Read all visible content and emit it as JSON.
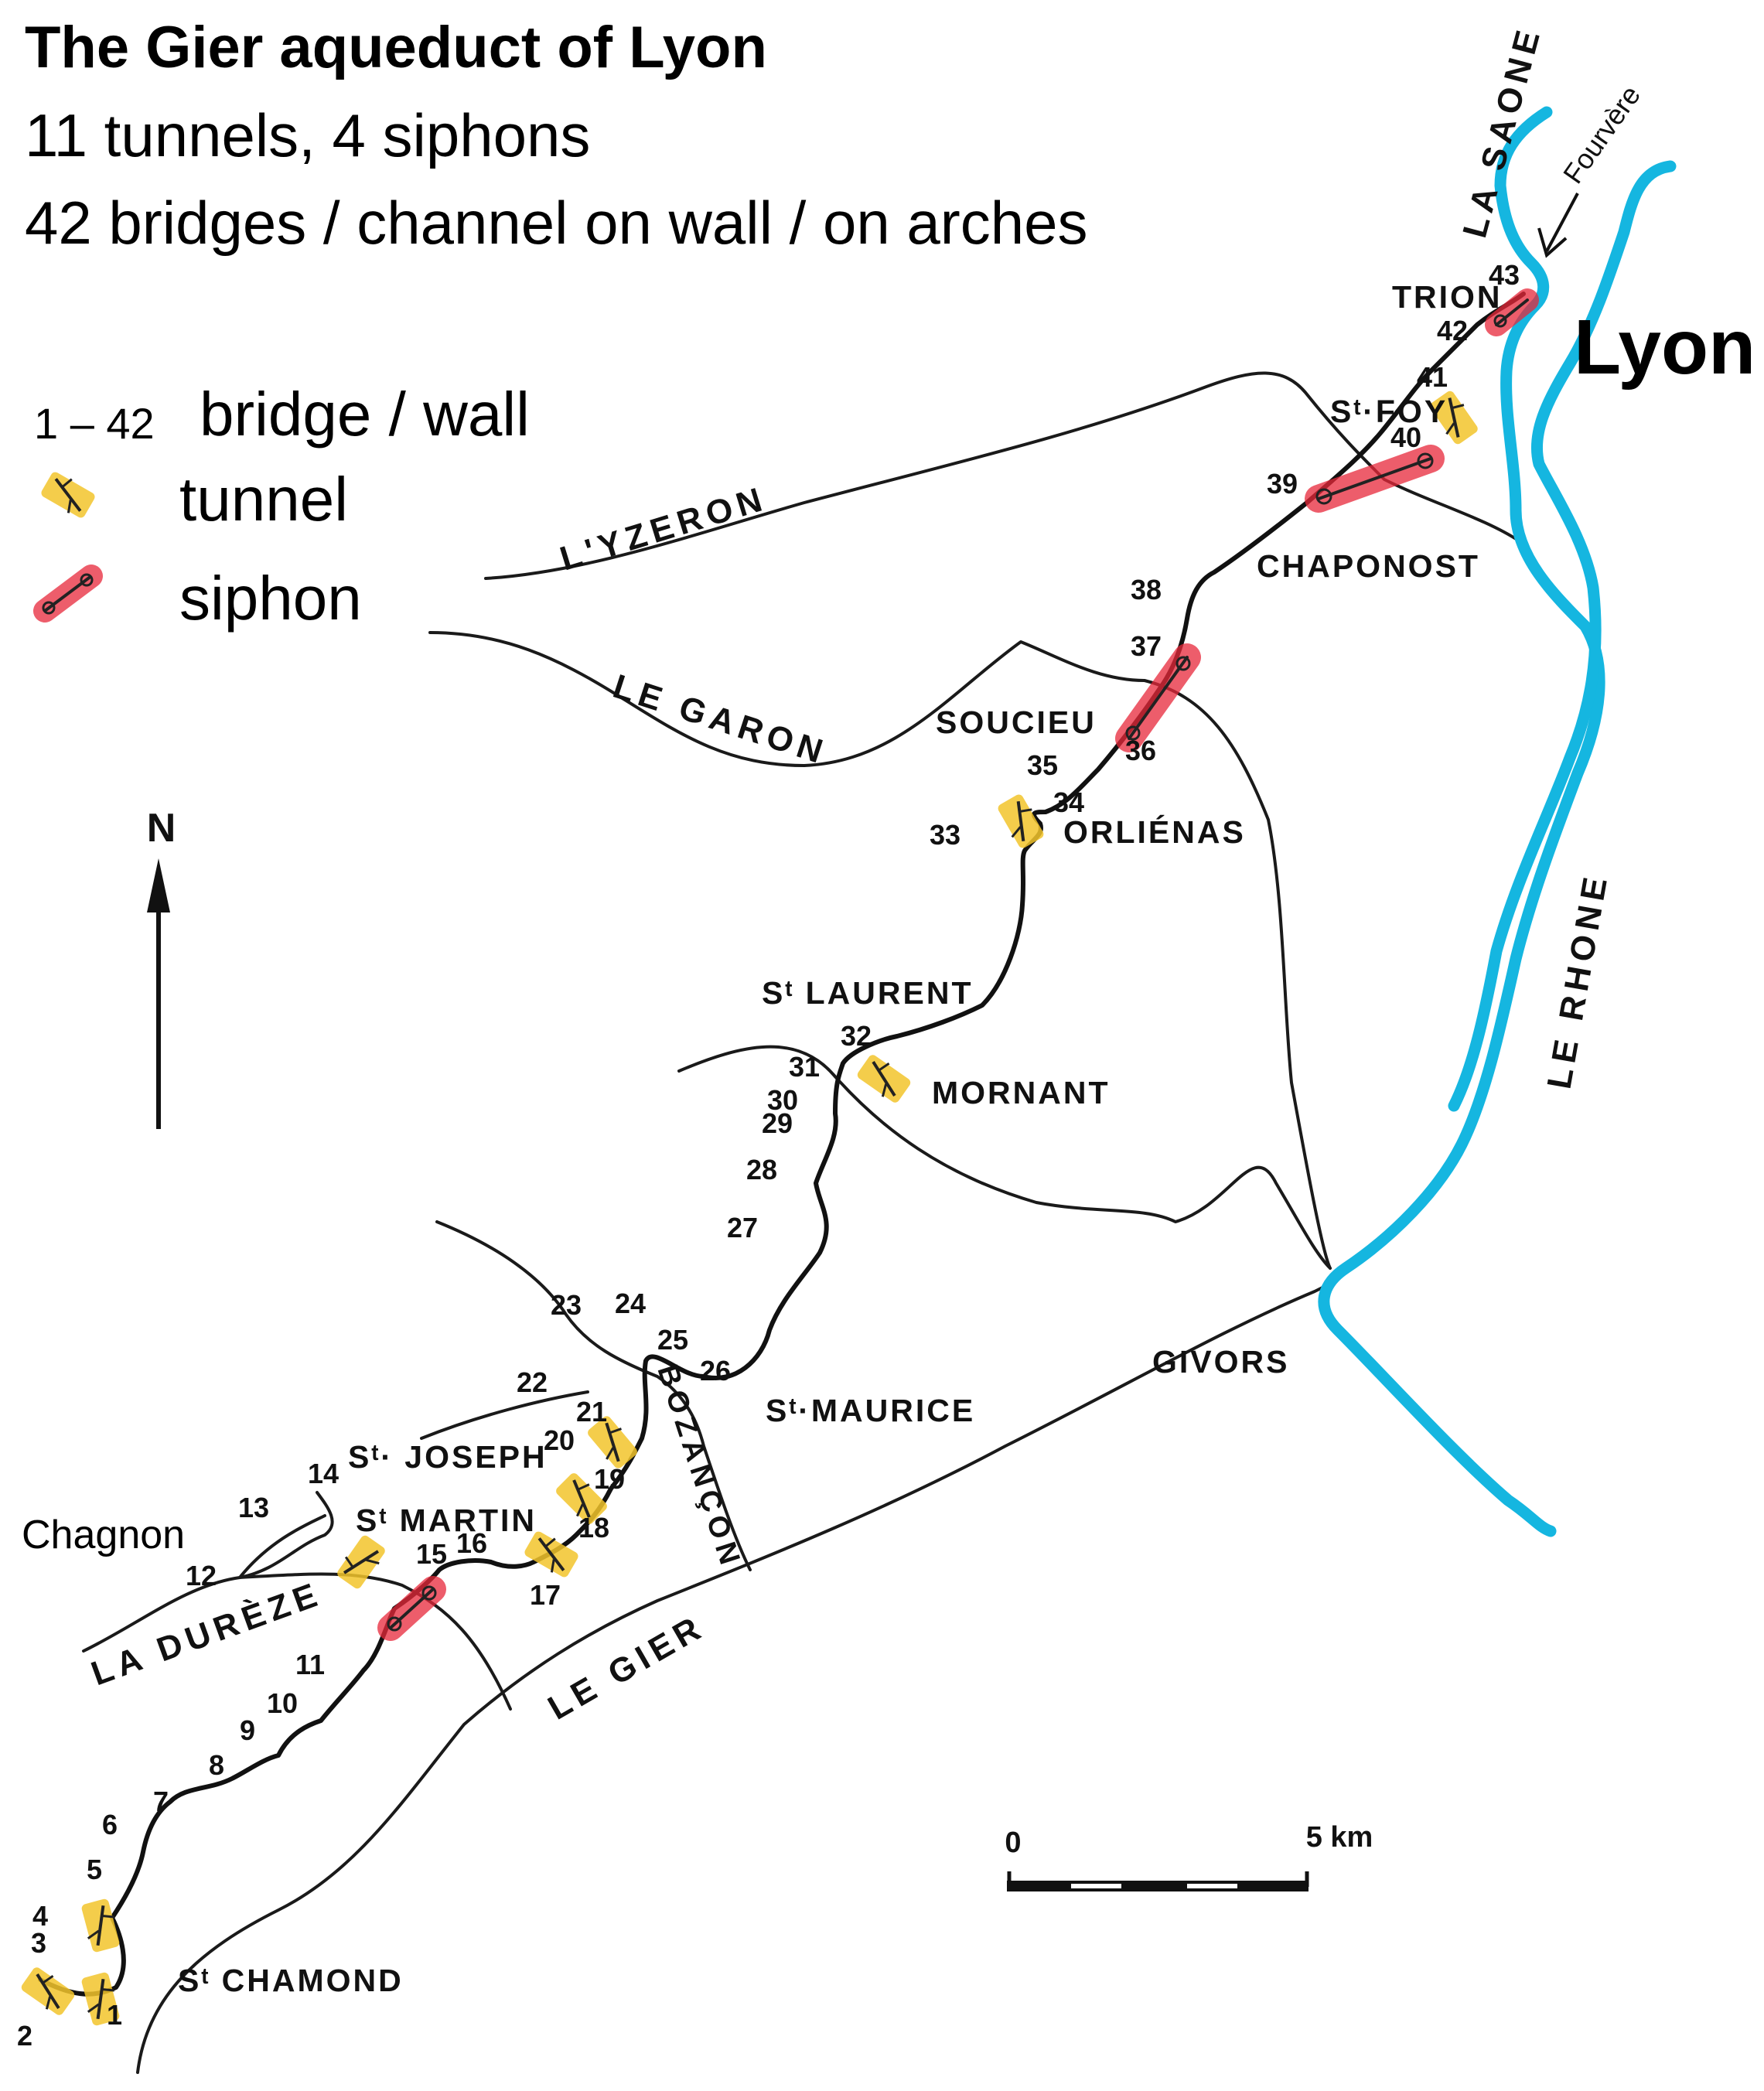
{
  "title": "The Gier aqueduct of Lyon",
  "subtitle_1": "11 tunnels, 4 siphons",
  "subtitle_2": "42 bridges / channel on wall / on arches",
  "legend": {
    "range": "1 – 42",
    "bridge_wall": "bridge / wall",
    "tunnel": "tunnel",
    "siphon": "siphon"
  },
  "compass": "N",
  "scale": {
    "start": "0",
    "end": "5 km"
  },
  "colors": {
    "tunnel": "#f2c42c",
    "siphon": "#e8283a",
    "rivers_lyon": "#15b6e0",
    "lines": "#1a1a1a"
  },
  "places": {
    "lyon": "Lyon",
    "fourviere": "Fourvère",
    "trion": "TRION",
    "st_foy": "Sᵗ·FOY",
    "chaponost": "CHAPONOST",
    "soucieu": "SOUCIEU",
    "orlienas": "ORLIÉNAS",
    "st_laurent": "Sᵗ LAURENT",
    "mornant": "MORNANT",
    "st_maurice": "Sᵗ·MAURICE",
    "givors": "GIVORS",
    "st_joseph": "Sᵗ· JOSEPH",
    "st_martin": "Sᵗ MARTIN",
    "chagnon": "Chagnon",
    "st_chamond": "Sᵗ CHAMOND"
  },
  "rivers": {
    "la_saone": "LA SAONE",
    "le_rhone": "LE RHONE",
    "l_yzeron": "L'YZERON",
    "le_garon": "LE GARON",
    "bozancon": "BOZANÇON",
    "la_dureze": "LA DURÈZE",
    "le_gier": "LE GIER"
  },
  "bridge_numbers": [
    "1",
    "2",
    "3",
    "4",
    "5",
    "6",
    "7",
    "8",
    "9",
    "10",
    "11",
    "12",
    "13",
    "14",
    "15",
    "16",
    "17",
    "18",
    "19",
    "20",
    "21",
    "22",
    "23",
    "24",
    "25",
    "26",
    "27",
    "28",
    "29",
    "30",
    "31",
    "32",
    "33",
    "34",
    "35",
    "36",
    "37",
    "38",
    "39",
    "40",
    "41",
    "42",
    "43"
  ],
  "tunnel_icon": "tunnel-icon",
  "siphon_icon": "siphon-icon",
  "north_arrow_icon": "north-arrow-icon"
}
